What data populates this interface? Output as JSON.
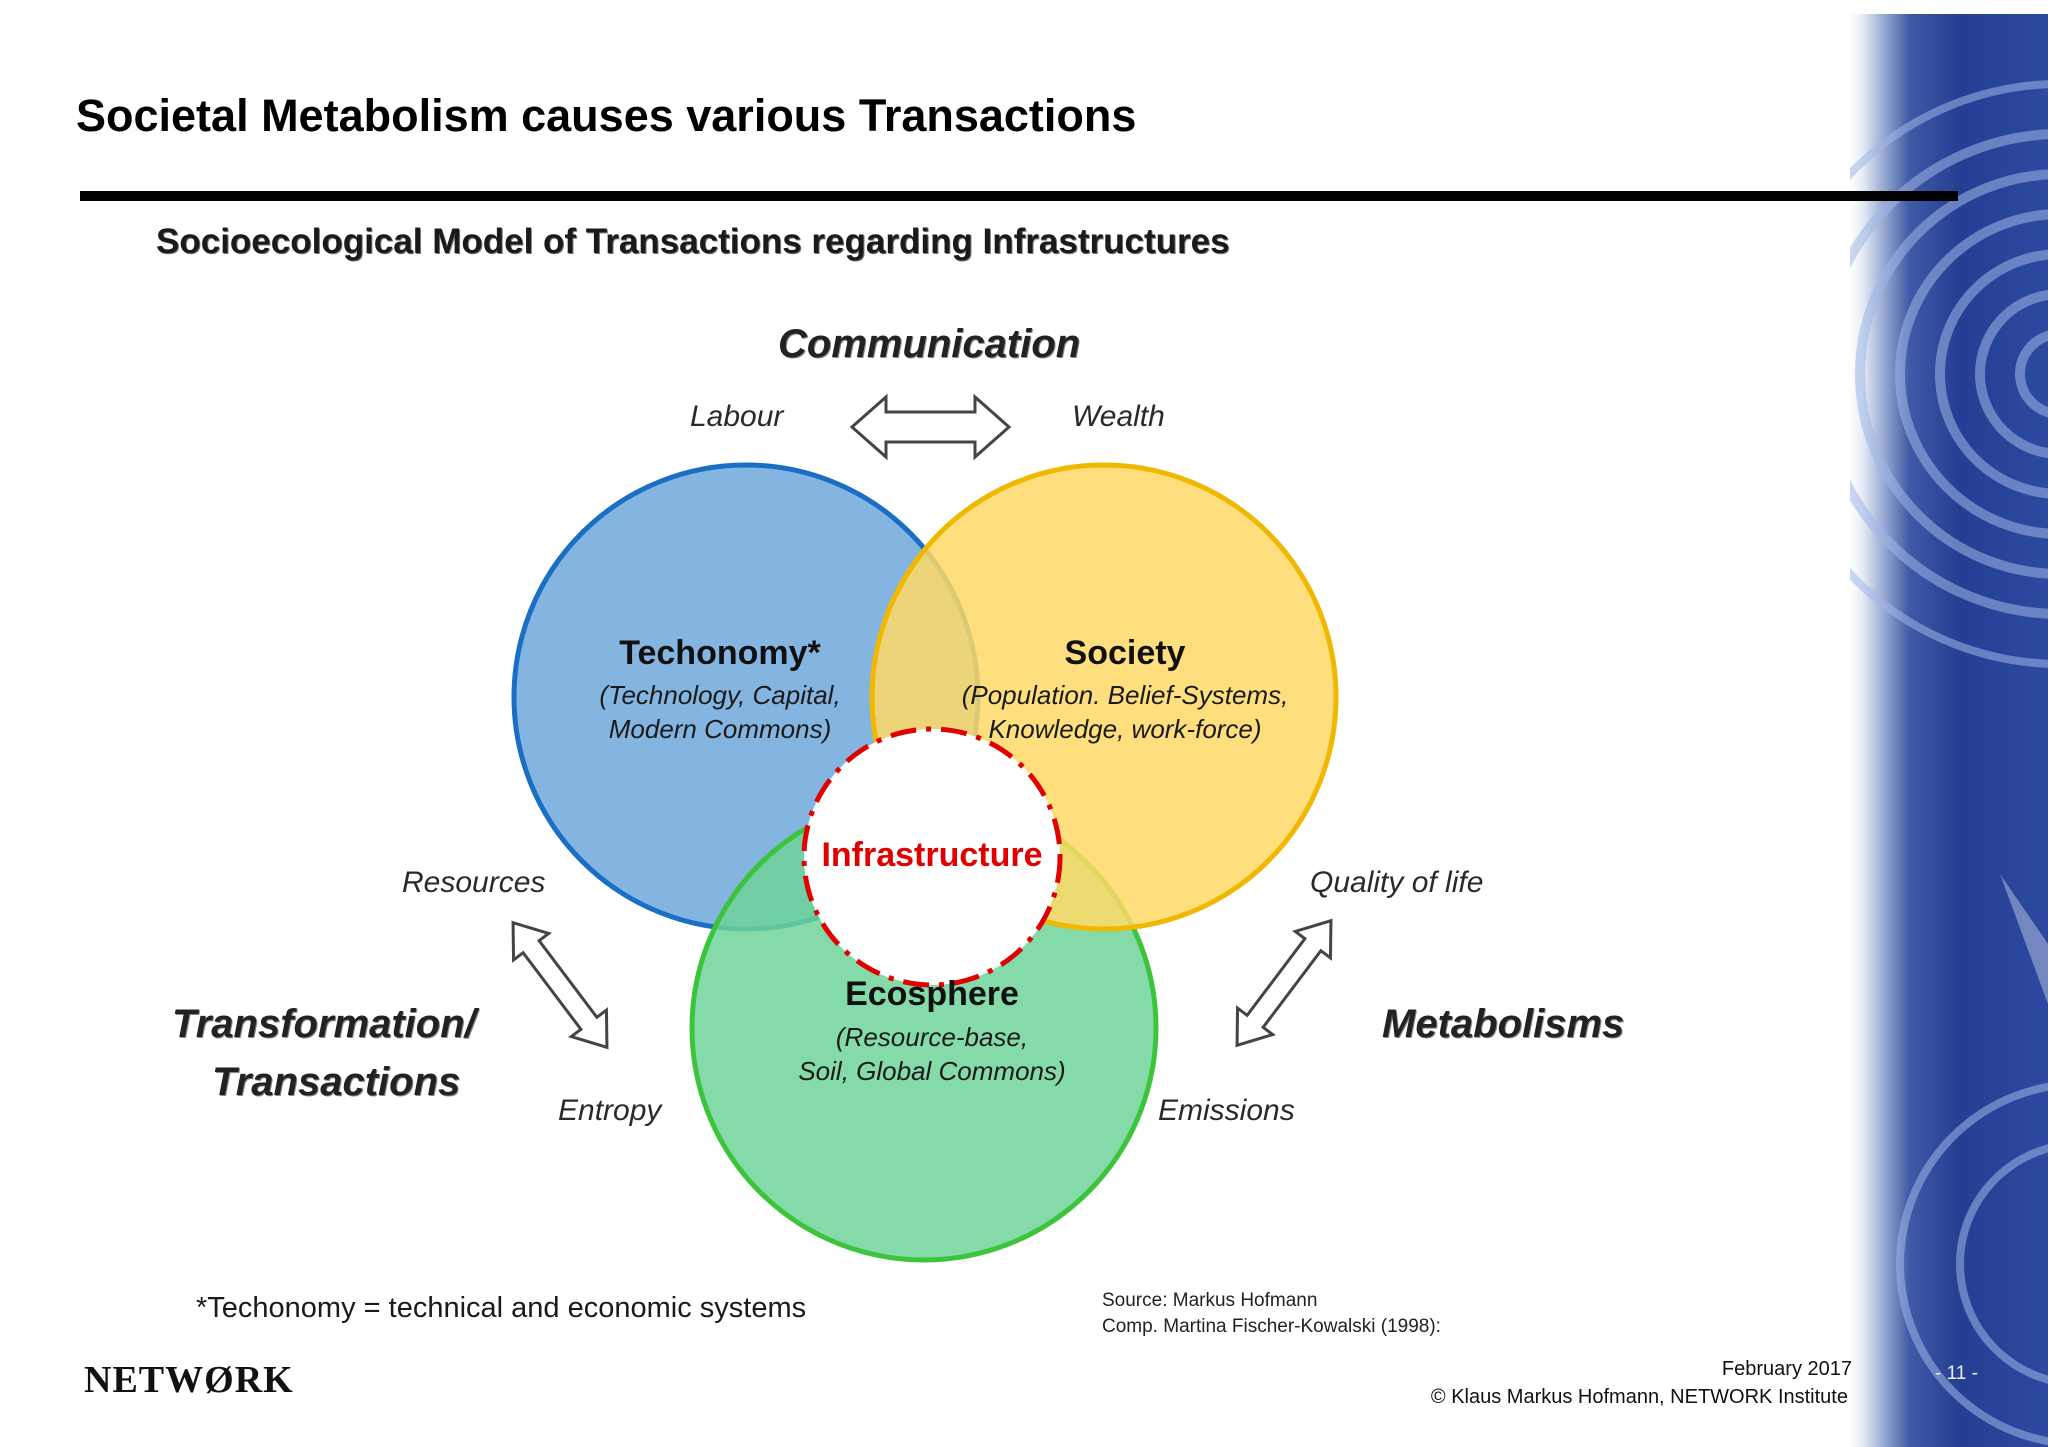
{
  "page": {
    "title": "Societal Metabolism causes various Transactions",
    "subtitle": "Socioecological Model of Transactions regarding Infrastructures"
  },
  "diagram": {
    "top_heading": "Communication",
    "left_heading_line1": "Transformation/",
    "left_heading_line2": "Transactions",
    "right_heading": "Metabolisms",
    "labels": {
      "labour": "Labour",
      "wealth": "Wealth",
      "resources": "Resources",
      "entropy": "Entropy",
      "quality_of_life": "Quality of life",
      "emissions": "Emissions"
    },
    "circles": {
      "techonomy": {
        "title": "Techonomy*",
        "line1": "(Technology, Capital,",
        "line2": "Modern Commons)",
        "fill": "#6fa8dc",
        "stroke": "#1a6fc4"
      },
      "society": {
        "title": "Society",
        "line1": "(Population. Belief-Systems,",
        "line2": "Knowledge, work-force)",
        "fill": "#ffd966",
        "stroke": "#f0b800"
      },
      "ecosphere": {
        "title": "Ecosphere",
        "line1": "(Resource-base,",
        "line2": "Soil, Global Commons)",
        "fill": "#6fd49a",
        "stroke": "#3cc43c"
      },
      "infrastructure": {
        "title": "Infrastructure",
        "text_color": "#e00000",
        "stroke": "#e00000"
      }
    }
  },
  "footnote": "*Techonomy = technical and economic systems",
  "source": {
    "line1": "Source: Markus Hofmann",
    "line2": "Comp. Martina Fischer-Kowalski (1998):"
  },
  "footer": {
    "logo": "NETWØRK",
    "date": "February 2017",
    "copyright": "© Klaus Markus Hofmann, NETWORK Institute",
    "page_number": "- 11 -"
  }
}
